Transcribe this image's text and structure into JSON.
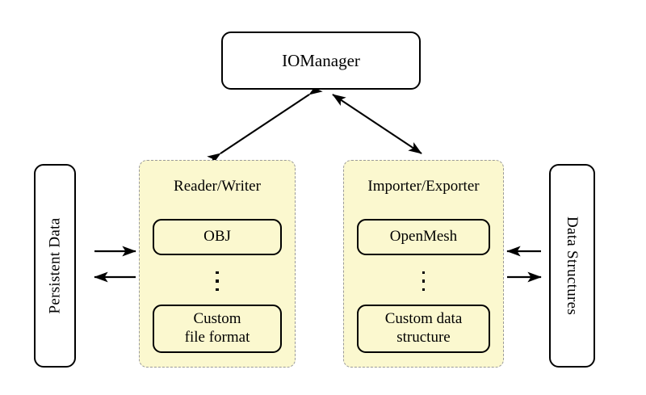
{
  "diagram": {
    "title_node": {
      "label": "IOManager"
    },
    "left_endpoint": {
      "label": "Persistent Data"
    },
    "right_endpoint": {
      "label": "Data Structures"
    },
    "groups": [
      {
        "id": "reader-writer",
        "title": "Reader/Writer",
        "top_item": "OBJ",
        "ellipsis": "⋮",
        "bottom_item_line1": "Custom",
        "bottom_item_line2": "file format"
      },
      {
        "id": "importer-exporter",
        "title": "Importer/Exporter",
        "top_item": "OpenMesh",
        "ellipsis": "⋮",
        "bottom_item_line1": "Custom data",
        "bottom_item_line2": "structure"
      }
    ],
    "connections": [
      {
        "name": "manager-to-reader-writer",
        "style": "double-headed",
        "from": "IOManager",
        "to": "Reader/Writer"
      },
      {
        "name": "manager-to-importer-exporter",
        "style": "double-headed",
        "from": "IOManager",
        "to": "Importer/Exporter"
      },
      {
        "name": "persistent-data-to-reader-writer",
        "style": "single-headed",
        "direction": "right",
        "from": "Persistent Data",
        "to": "Reader/Writer"
      },
      {
        "name": "reader-writer-to-persistent-data",
        "style": "single-headed",
        "direction": "left",
        "from": "Reader/Writer",
        "to": "Persistent Data"
      },
      {
        "name": "data-structures-to-importer-exporter",
        "style": "single-headed",
        "direction": "left",
        "from": "Data Structures",
        "to": "Importer/Exporter"
      },
      {
        "name": "importer-exporter-to-data-structures",
        "style": "single-headed",
        "direction": "right",
        "from": "Importer/Exporter",
        "to": "Data Structures"
      }
    ],
    "colors": {
      "group_fill": "#fbf8cf",
      "group_border": "#9a9a9a",
      "node_border": "#000000",
      "node_fill": "#ffffff",
      "background": "#ffffff",
      "arrow": "#000000"
    }
  }
}
